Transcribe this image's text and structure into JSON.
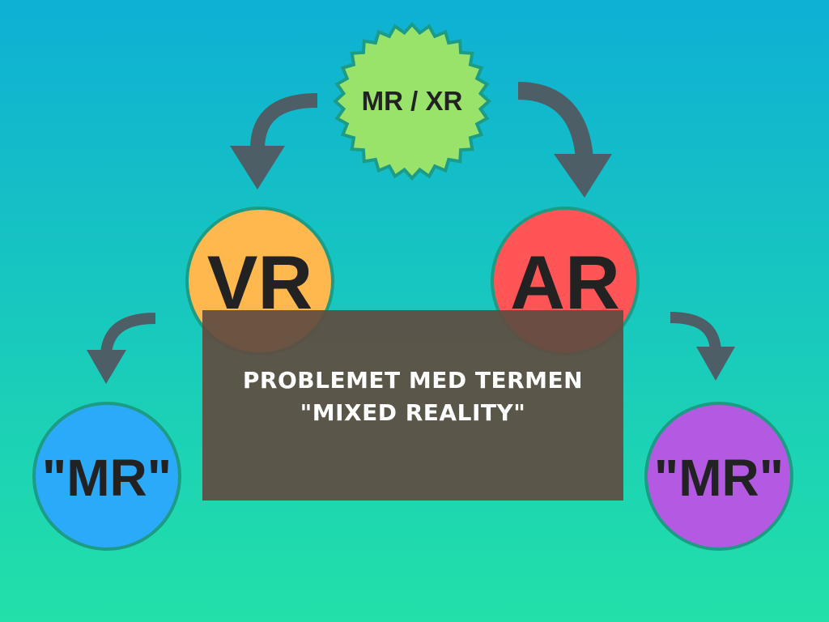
{
  "colors": {
    "background_top": "#0eb0d4",
    "background_bottom": "#22e0a8",
    "arrow": "#4e5e66",
    "node_border": "#1c9c84",
    "mr_xr_badge": "#99e36b",
    "vr_circle": "#ffb84d",
    "ar_circle": "#ff5557",
    "mr_left_circle": "#2aaaf8",
    "mr_right_circle": "#b45ae2",
    "banner_overlay": "#604c42",
    "banner_text": "#ffffff",
    "node_text": "#222222"
  },
  "nodes": {
    "mr_xr": {
      "label": "MR / XR",
      "icon": "starburst-badge"
    },
    "vr": {
      "label": "VR"
    },
    "ar": {
      "label": "AR"
    },
    "mr_left": {
      "label": "\"MR\""
    },
    "mr_right": {
      "label": "\"MR\""
    }
  },
  "edges": [
    {
      "from": "MR / XR",
      "to": "VR",
      "icon": "curved-arrow-icon"
    },
    {
      "from": "MR / XR",
      "to": "AR",
      "icon": "curved-arrow-icon"
    },
    {
      "from": "VR",
      "to": "\"MR\"",
      "icon": "curved-arrow-icon"
    },
    {
      "from": "AR",
      "to": "\"MR\"",
      "icon": "curved-arrow-icon"
    }
  ],
  "banner": {
    "line1": "PROBLEMET MED TERMEN",
    "line2": "\"MIXED REALITY\""
  }
}
